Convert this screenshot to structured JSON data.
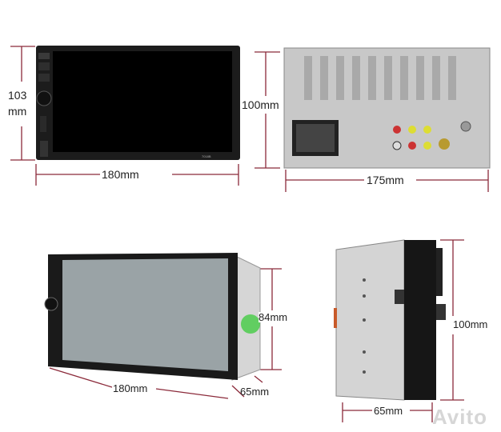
{
  "front_view": {
    "height_label_value": "103",
    "height_label_unit": "mm",
    "width_label": "180mm",
    "model_text": "7018B"
  },
  "rear_view": {
    "height_label": "100mm",
    "width_label": "175mm"
  },
  "angled_view": {
    "height_label": "84mm",
    "width_label": "180mm",
    "depth_label": "65mm"
  },
  "side_view": {
    "height_label": "100mm",
    "depth_label": "65mm"
  },
  "watermark": {
    "text": "Avito"
  },
  "colors": {
    "dimension_line": "#8b2a3a",
    "housing": "#c9c9c9",
    "bezel": "#1a1a1a",
    "screen_off": "#000000",
    "screen_angled": "#9aa3a6"
  }
}
